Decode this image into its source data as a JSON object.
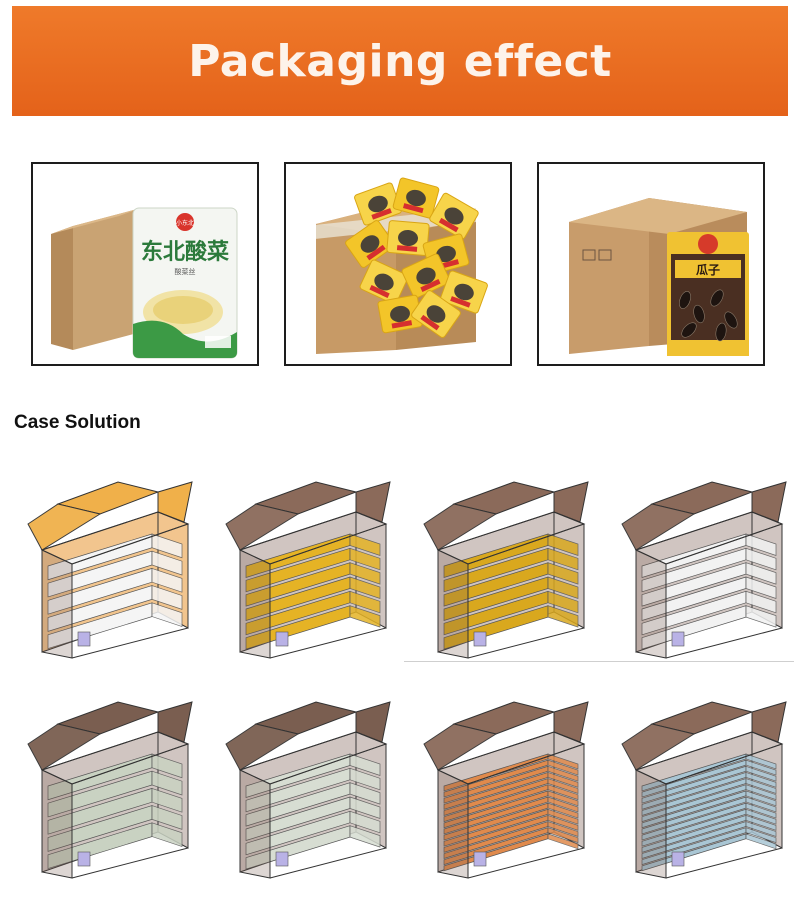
{
  "banner": {
    "title": "Packaging effect"
  },
  "product_photos": [
    {
      "name": "pickled-cabbage-bag",
      "bag_text": "东北酸菜",
      "bag_brand": "小东北",
      "bag_sub": "酸菜丝"
    },
    {
      "name": "yellow-sachets"
    },
    {
      "name": "sunflower-seeds-bag",
      "bag_text": "瓜子"
    }
  ],
  "case_solution": {
    "title": "Case Solution",
    "cases": [
      {
        "name": "case-orange-bottles",
        "box": "#e8a33c",
        "item": "#f5f5f5",
        "rows": 5
      },
      {
        "name": "case-gold-bags",
        "box": "#8b6a5a",
        "item": "#e5b325",
        "rows": 6
      },
      {
        "name": "case-gold-packs",
        "box": "#8b6a5a",
        "item": "#d9a81e",
        "rows": 6
      },
      {
        "name": "case-white-trays",
        "box": "#8b6a5a",
        "item": "#f2f2f2",
        "rows": 6
      },
      {
        "name": "case-sage-bags",
        "box": "#7a5e50",
        "item": "#c9d2c2",
        "rows": 5
      },
      {
        "name": "case-sage-blocks",
        "box": "#7a5e50",
        "item": "#d7ddd2",
        "rows": 6
      },
      {
        "name": "case-orange-strips",
        "box": "#8b6a5a",
        "item": "#e08a4c",
        "rows": 14
      },
      {
        "name": "case-blue-sheets",
        "box": "#8b6a5a",
        "item": "#a9c6d4",
        "rows": 14
      }
    ]
  }
}
